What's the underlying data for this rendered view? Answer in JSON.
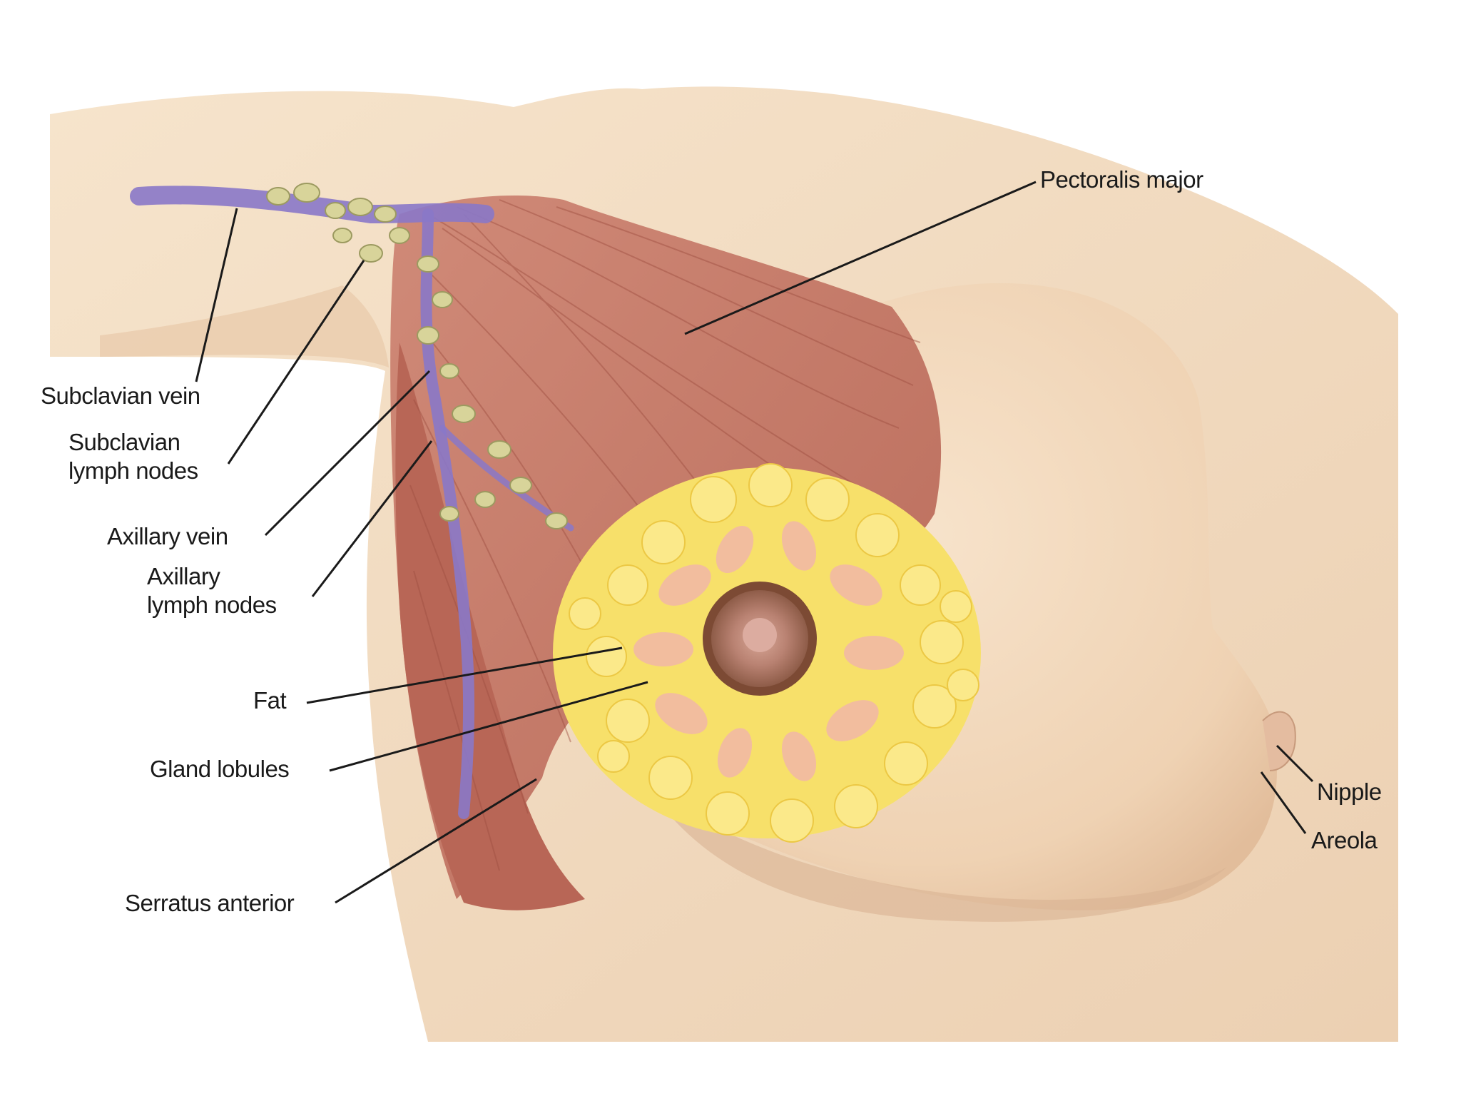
{
  "labels": {
    "subclavian_vein": "Subclavian vein",
    "subclavian_lymph_nodes": [
      "Subclavian",
      "lymph nodes"
    ],
    "axillary_vein": "Axillary vein",
    "axillary_lymph_nodes": [
      "Axillary",
      "lymph nodes"
    ],
    "fat": "Fat",
    "gland_lobules": "Gland lobules",
    "serratus_anterior": "Serratus anterior",
    "pectoralis_major": "Pectoralis major",
    "nipple": "Nipple",
    "areola": "Areola"
  },
  "colors": {
    "skin": "#f3dcc0",
    "skin_shadow": "#e6c4a4",
    "muscle": "#c97c6a",
    "muscle_dark": "#a8584a",
    "vein": "#8a78c8",
    "lymph_node": "#d8d49a",
    "fat": "#f7e06a",
    "lobule": "#f2b8a8",
    "areola": "#b9806a",
    "leader_line": "#1a1a1a"
  }
}
